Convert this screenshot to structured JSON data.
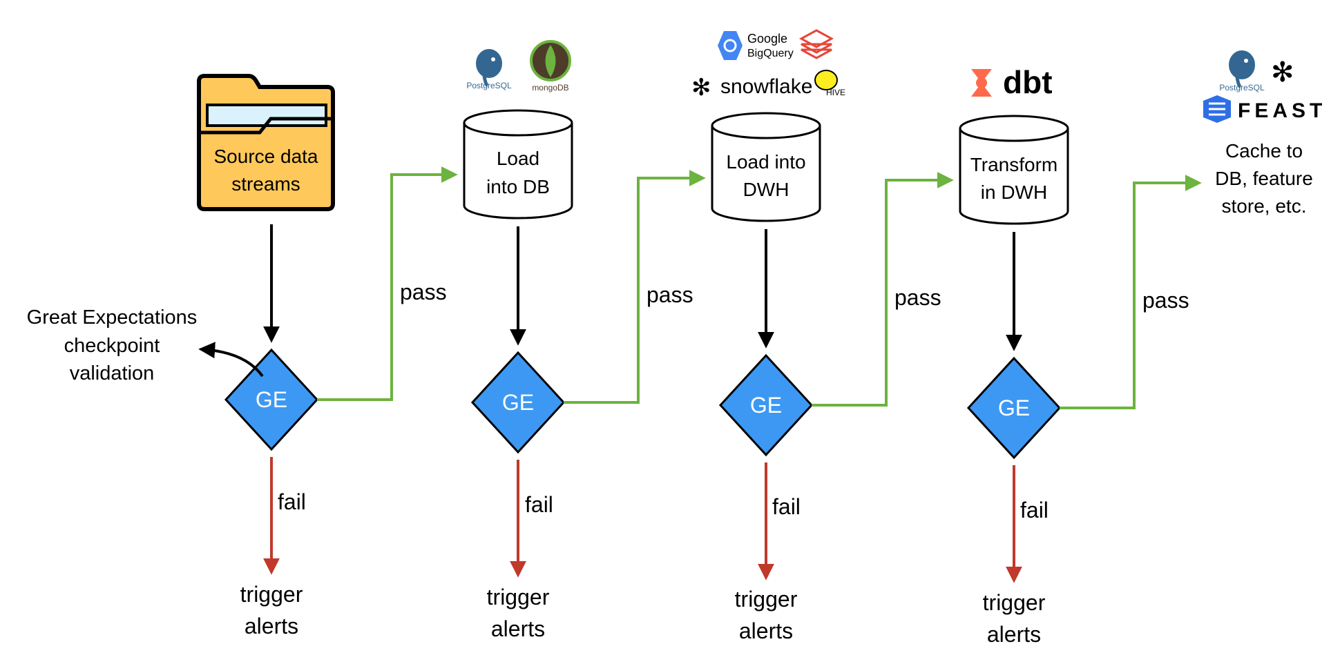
{
  "diagram": {
    "note": {
      "line1": "Great Expectations",
      "line2": "checkpoint",
      "line3": "validation"
    },
    "stages": [
      {
        "line1": "Source data",
        "line2": "streams"
      },
      {
        "line1": "Load",
        "line2": "into DB"
      },
      {
        "line1": "Load into",
        "line2": "DWH"
      },
      {
        "line1": "Transform",
        "line2": "in DWH"
      }
    ],
    "final": {
      "line1": "Cache to",
      "line2": "DB, feature",
      "line3": "store, etc."
    },
    "ge_label": "GE",
    "pass_label": "pass",
    "fail_label": "fail",
    "alert": {
      "line1": "trigger",
      "line2": "alerts"
    },
    "colors": {
      "ge_fill": "#3D98F3",
      "pass_line": "#6CB33F",
      "fail_line": "#C0392B",
      "folder_fill": "#FFC85A"
    },
    "logos": {
      "postgres": "PostgreSQL",
      "mongo": "mongoDB",
      "google": "Google",
      "bigquery": "BigQuery",
      "snowflake": "snowflake",
      "hive": "HIVE",
      "dbt": "dbt",
      "feast": "FEAST"
    }
  }
}
